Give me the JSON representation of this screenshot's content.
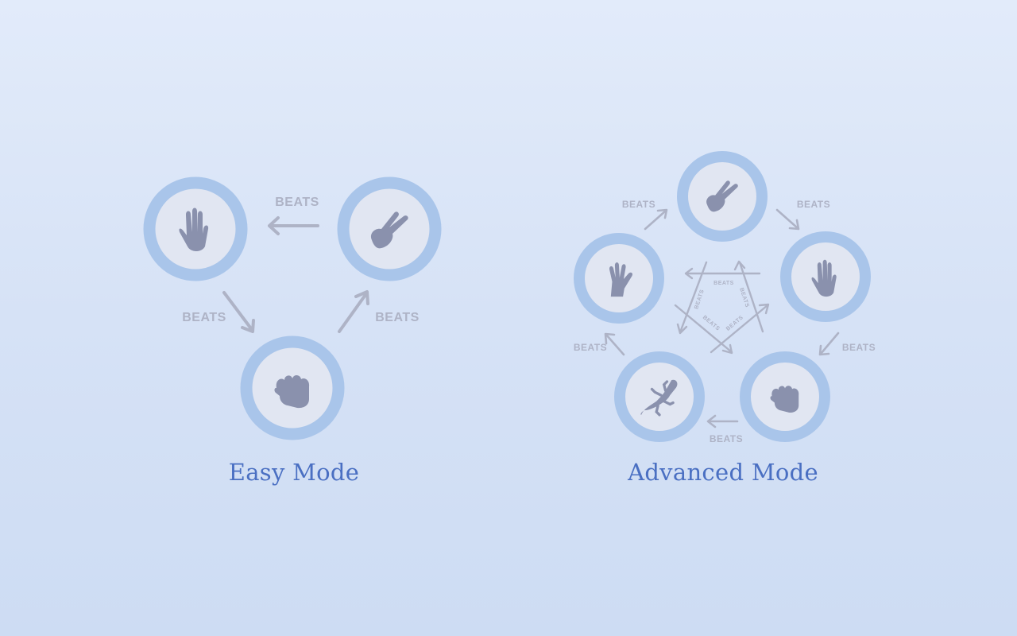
{
  "easy": {
    "title": "Easy Mode",
    "beats": [
      "BEATS",
      "BEATS",
      "BEATS"
    ],
    "choices": [
      "paper-icon",
      "scissors-icon",
      "rock-icon"
    ]
  },
  "advanced": {
    "title": "Advanced Mode",
    "beats_outer": [
      "BEATS",
      "BEATS",
      "BEATS",
      "BEATS",
      "BEATS"
    ],
    "beats_inner": [
      "BEATS",
      "BEATS",
      "BEATS",
      "BEATS",
      "BEATS"
    ],
    "choices": [
      "scissors-icon",
      "paper-icon",
      "rock-icon",
      "lizard-icon",
      "spock-icon"
    ]
  },
  "colors": {
    "title": "#4a6fc2",
    "ring": "#a9c5ea",
    "disc": "#e1e6f2",
    "glyph": "#8a91ad",
    "arrow": "#aeb3c6"
  }
}
